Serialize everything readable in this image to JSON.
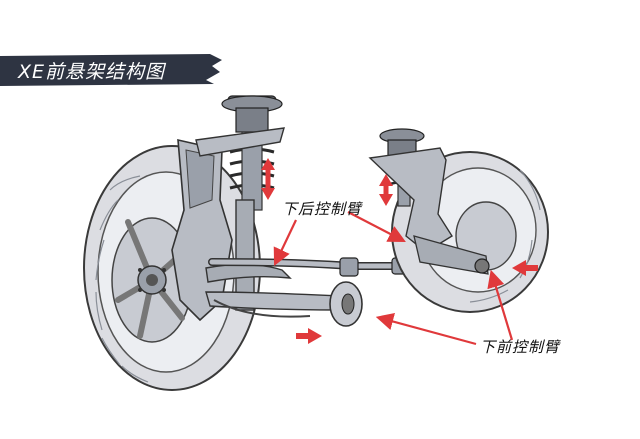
{
  "title": "XE前悬架结构图",
  "callouts": {
    "lower_rear_control_arm": "下后控制臂",
    "lower_front_control_arm": "下前控制臂"
  },
  "colors": {
    "banner": "#2e3442",
    "arrow": "#e0393b",
    "tire": "#dcdde2",
    "tire_outline": "#3a3a3a",
    "metal": "#9aa0aa",
    "dark_metal": "#4a4e57"
  }
}
